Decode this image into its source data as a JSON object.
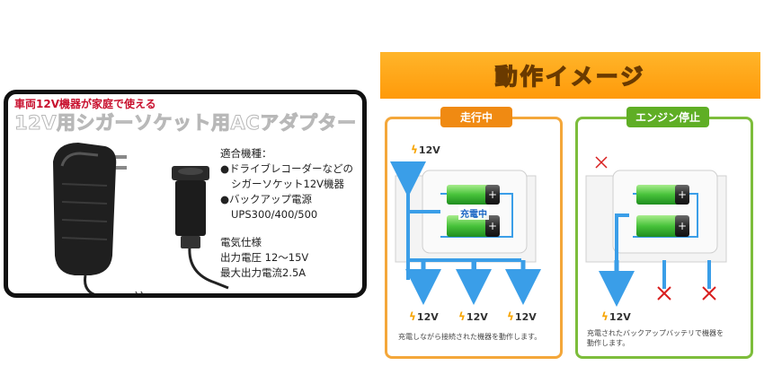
{
  "left_card": {
    "subtitle": "車両12V機器が家庭で使える",
    "title": "12V用シガーソケット用ACアダプター",
    "specs": {
      "compat_heading": "適合機種：",
      "compat_item1_line1": "●ドライブレコーダーなどの",
      "compat_item1_line2": "シガーソケット12V機器",
      "compat_item2_line1": "●バックアップ電源",
      "compat_item2_line2": "UPS300/400/500",
      "elec_heading": "電気仕様",
      "output_voltage": "出力電圧 12～15V",
      "max_current": "最大出力電流2.5A"
    }
  },
  "diagram": {
    "banner": "動作イメージ",
    "running": {
      "tag": "走行中",
      "input_voltage": "12V",
      "charging_label": "充電中",
      "outputs": [
        "12V",
        "12V",
        "12V"
      ],
      "caption": "充電しながら接続された機器を動作します。"
    },
    "stopped": {
      "tag": "エンジン停止",
      "outputs": [
        "12V"
      ],
      "caption_line1": "充電されたバックアップバッテリで機器を",
      "caption_line2": "動作します。"
    }
  },
  "colors": {
    "orange": "#f08a12",
    "green": "#5fae25",
    "arrow_blue": "#3a9ee8",
    "battery_green": "#4cc43a",
    "red_cross": "#d81e1e"
  }
}
